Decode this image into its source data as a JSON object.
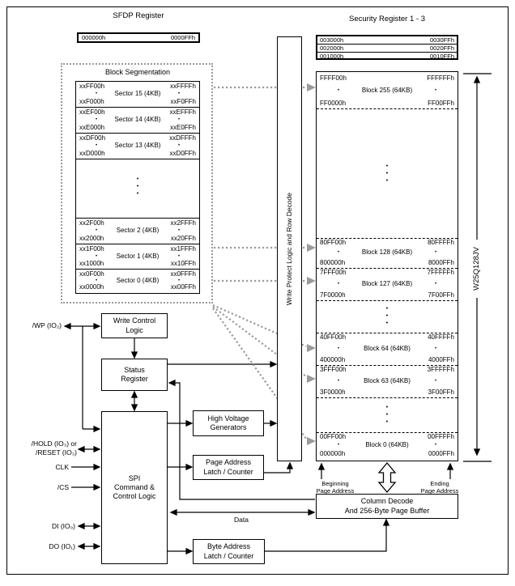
{
  "glyphs": {
    "dot": "•",
    "vdots": "•\n•\n•"
  },
  "colors": {
    "line": "#000000",
    "dotted_gray": "#9a9a9a",
    "background": "#ffffff"
  },
  "sfdp": {
    "title": "SFDP Register",
    "start": "000000h",
    "end": "0000FFh"
  },
  "security": {
    "title": "Security Register 1 - 3",
    "rows": [
      {
        "start": "003000h",
        "end": "0030FFh"
      },
      {
        "start": "002000h",
        "end": "0020FFh"
      },
      {
        "start": "001000h",
        "end": "0010FFh"
      }
    ]
  },
  "segmentation": {
    "title": "Block Segmentation",
    "sectors": [
      {
        "label": "Sector 15 (4KB)",
        "left_top": "xxFF00h",
        "left_bottom": "xxF000h",
        "right_top": "xxFFFFh",
        "right_bottom": "xxF0FFh"
      },
      {
        "label": "Sector 14 (4KB)",
        "left_top": "xxEF00h",
        "left_bottom": "xxE000h",
        "right_top": "xxEFFFh",
        "right_bottom": "xxE0FFh"
      },
      {
        "label": "Sector 13 (4KB)",
        "left_top": "xxDF00h",
        "left_bottom": "xxD000h",
        "right_top": "xxDFFFh",
        "right_bottom": "xxD0FFh"
      },
      {
        "label": "Sector 2 (4KB)",
        "left_top": "xx2F00h",
        "left_bottom": "xx2000h",
        "right_top": "xx2FFFh",
        "right_bottom": "xx20FFh"
      },
      {
        "label": "Sector 1 (4KB)",
        "left_top": "xx1F00h",
        "left_bottom": "xx1000h",
        "right_top": "xx1FFFh",
        "right_bottom": "xx10FFh"
      },
      {
        "label": "Sector 0 (4KB)",
        "left_top": "xx0F00h",
        "left_bottom": "xx0000h",
        "right_top": "xx0FFFh",
        "right_bottom": "xx00FFh"
      }
    ]
  },
  "memory": {
    "part_number": "W25Q128JV",
    "blocks": [
      {
        "label": "Block 255 (64KB)",
        "left_top": "FFFF00h",
        "left_bottom": "FF0000h",
        "right_top": "FFFFFFh",
        "right_bottom": "FF00FFh"
      },
      {
        "label": "Block 128 (64KB)",
        "left_top": "80FF00h",
        "left_bottom": "800000h",
        "right_top": "80FFFFh",
        "right_bottom": "8000FFh"
      },
      {
        "label": "Block 127 (64KB)",
        "left_top": "7FFF00h",
        "left_bottom": "7F0000h",
        "right_top": "7FFFFFh",
        "right_bottom": "7F00FFh"
      },
      {
        "label": "Block 64 (64KB)",
        "left_top": "40FF00h",
        "left_bottom": "400000h",
        "right_top": "40FFFFh",
        "right_bottom": "4000FFh"
      },
      {
        "label": "Block 63 (64KB)",
        "left_top": "3FFF00h",
        "left_bottom": "3F0000h",
        "right_top": "3FFFFFh",
        "right_bottom": "3F00FFh"
      },
      {
        "label": "Block 0 (64KB)",
        "left_top": "00FF00h",
        "left_bottom": "000000h",
        "right_top": "00FFFFh",
        "right_bottom": "0000FFh"
      }
    ]
  },
  "boxes": {
    "write_protect": "Write Protect Logic and Row Decode",
    "write_control": "Write Control\nLogic",
    "status_register": "Status\nRegister",
    "spi": "SPI\nCommand &\nControl Logic",
    "high_voltage": "High Voltage\nGenerators",
    "page_address": "Page Address\nLatch / Counter",
    "byte_address": "Byte Address\nLatch / Counter",
    "column_decode": "Column Decode\nAnd 256-Byte Page Buffer"
  },
  "signals": {
    "wp": "/WP (IO₂)",
    "hold": "/HOLD (IO₃) or\n/RESET (IO₃)",
    "clk": "CLK",
    "cs": "/CS",
    "di": "DI (IO₀)",
    "do": "DO (IO₁)"
  },
  "annotations": {
    "beginning": "Beginning\nPage Address",
    "ending": "Ending\nPage Address",
    "data_bus": "Data"
  }
}
